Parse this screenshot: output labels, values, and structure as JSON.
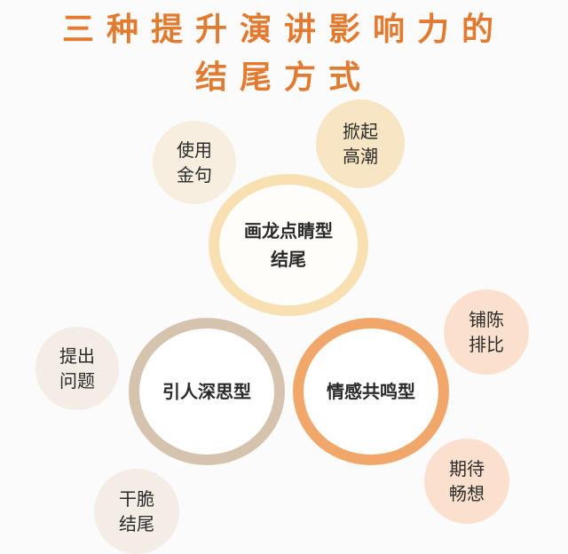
{
  "title": {
    "line1": "三种提升演讲影响力的",
    "line2": "结尾方式"
  },
  "rings": {
    "top": {
      "line1": "画龙点睛型",
      "line2": "结尾"
    },
    "left": {
      "line1": "引人深思型"
    },
    "right": {
      "line1": "情感共鸣型"
    }
  },
  "bubbles": {
    "shiyong": {
      "line1": "使用",
      "line2": "金句"
    },
    "xianqi": {
      "line1": "掀起",
      "line2": "高潮"
    },
    "pucheng": {
      "line1": "铺陈",
      "line2": "排比"
    },
    "tichu": {
      "line1": "提出",
      "line2": "问题"
    },
    "qidai": {
      "line1": "期待",
      "line2": "畅想"
    },
    "gancui": {
      "line1": "干脆",
      "line2": "结尾"
    }
  },
  "colors": {
    "title": "#e27a2f",
    "ring_top": "#f8e0b2",
    "ring_left": "#d6c3ad",
    "ring_right": "#f1a76a"
  }
}
